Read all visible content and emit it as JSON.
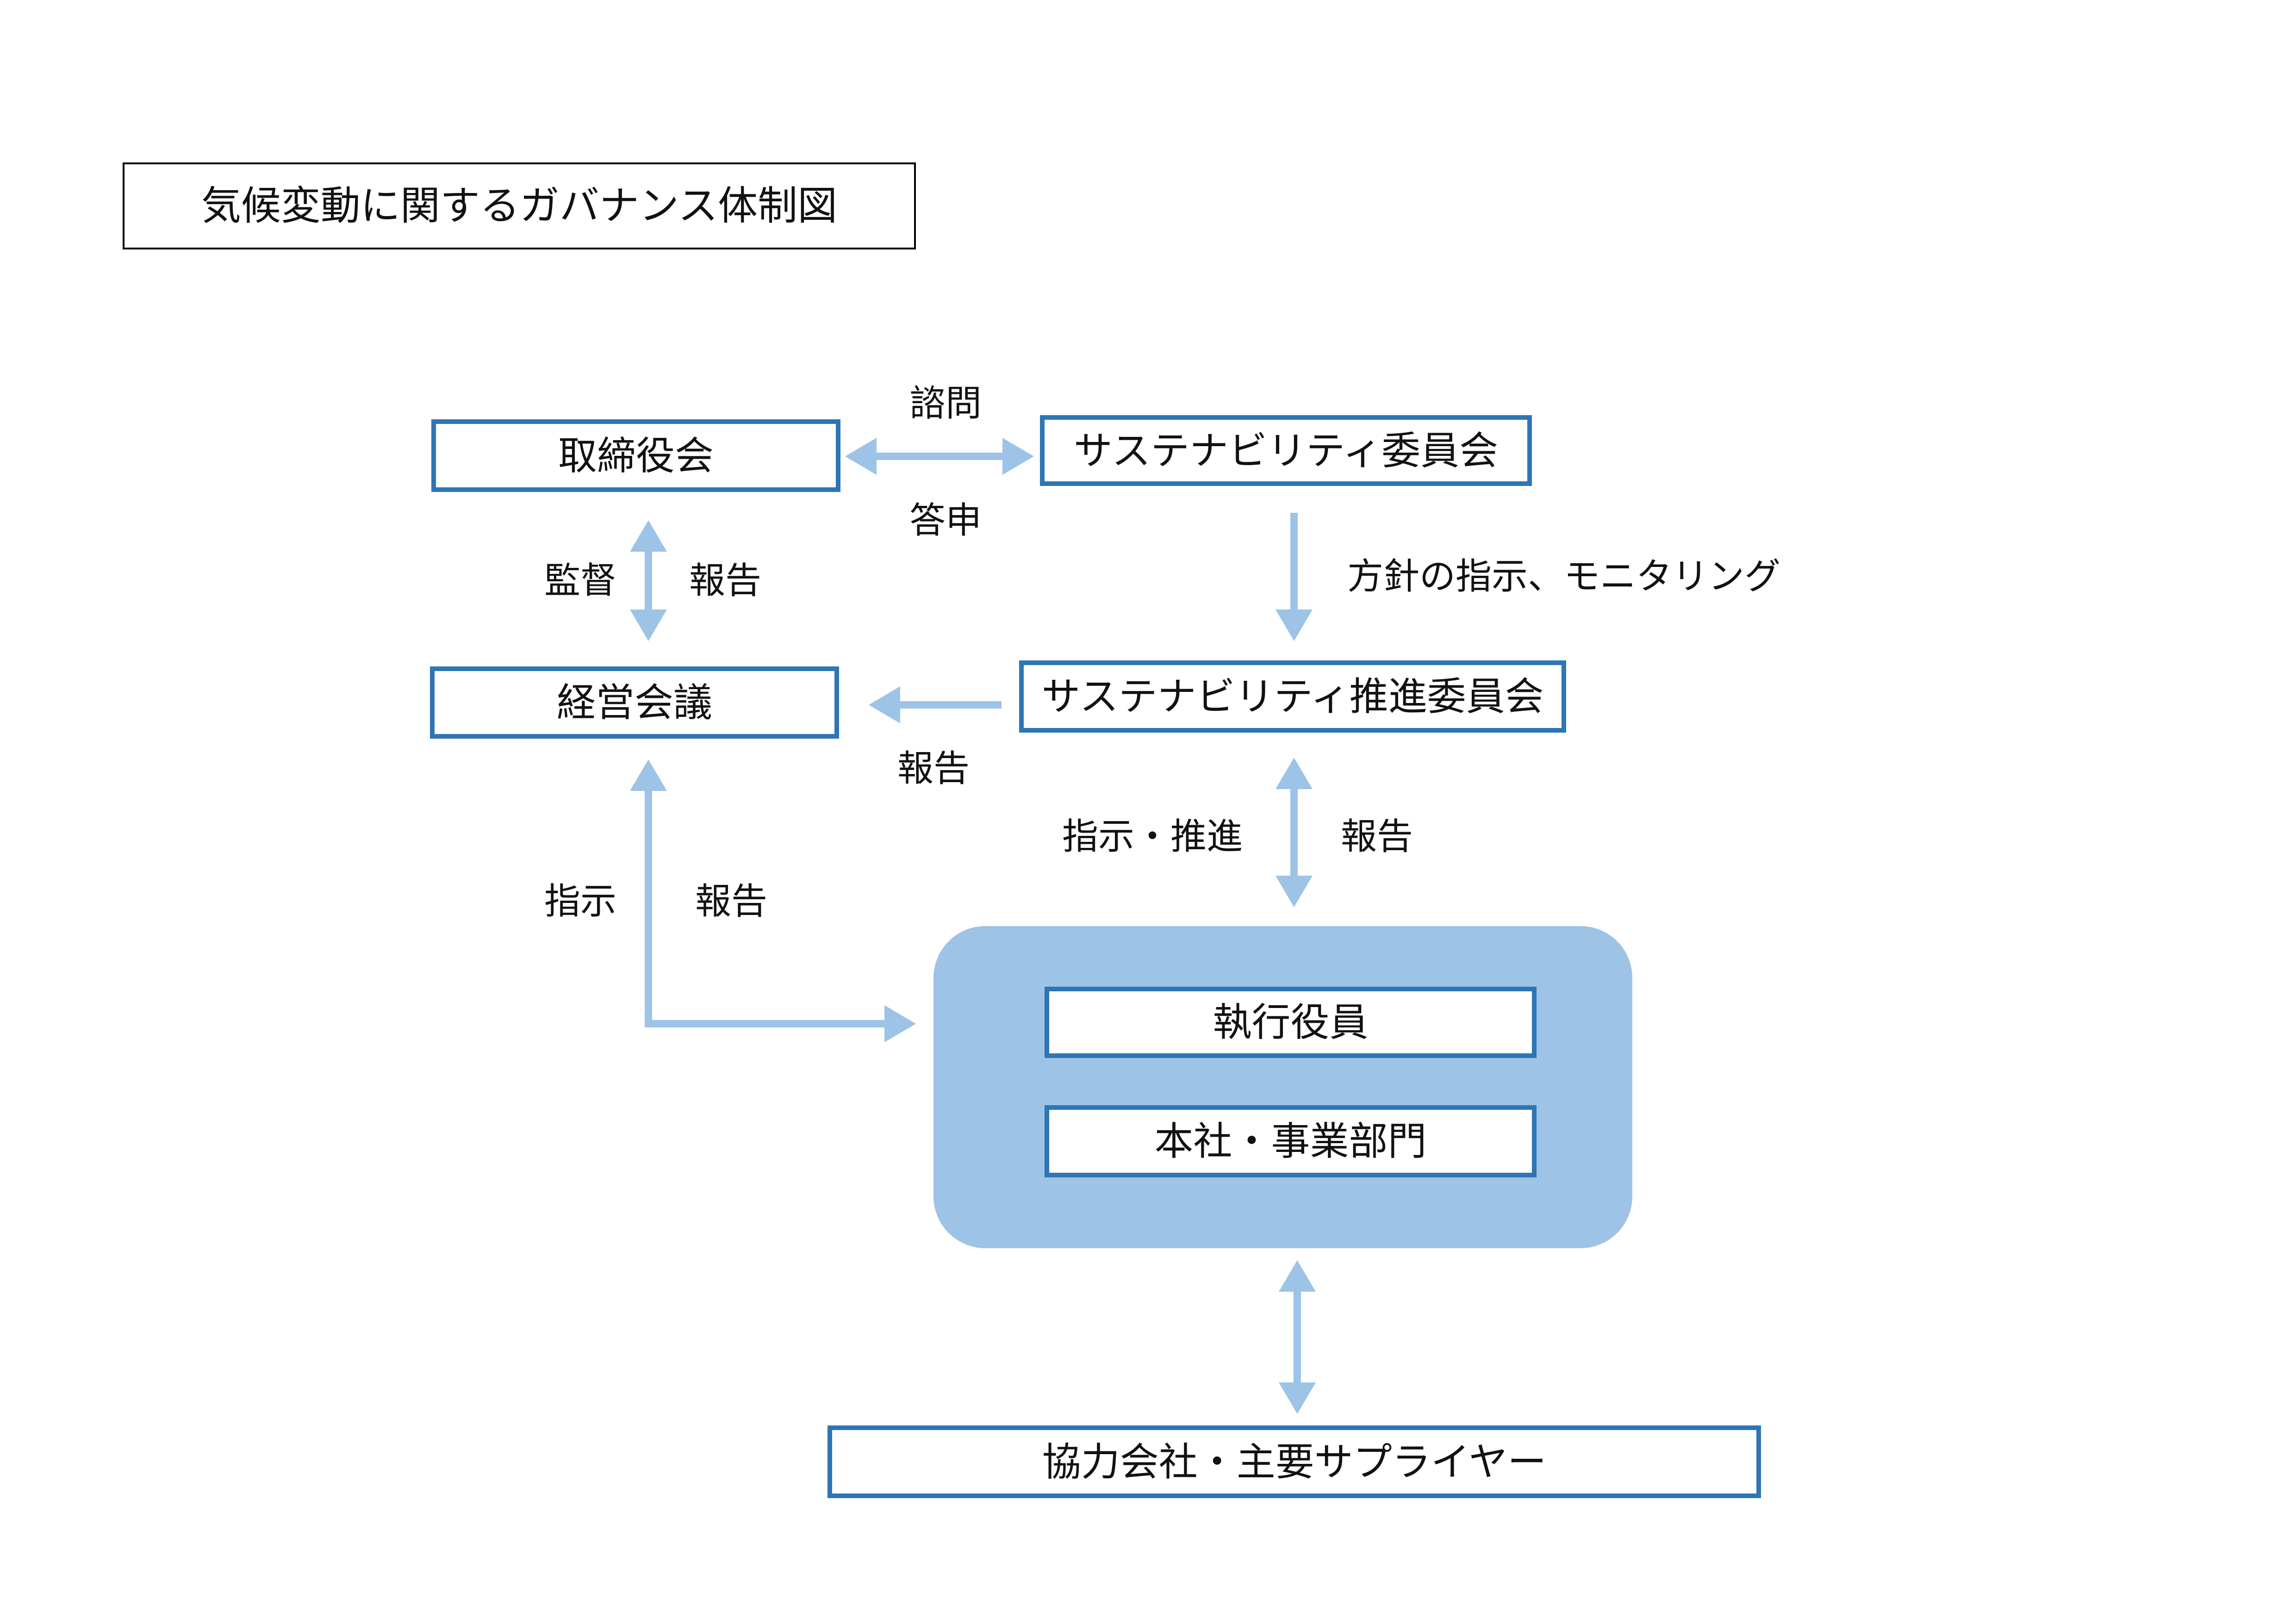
{
  "title": "気候変動に関するガバナンス体制図",
  "nodes": {
    "board": "取締役会",
    "sustainability_committee": "サステナビリティ委員会",
    "management_meeting": "経営会議",
    "promotion_committee": "サステナビリティ推進委員会",
    "executive_officers": "執行役員",
    "hq_divisions": "本社・事業部門",
    "suppliers": "協力会社・主要サプライヤー"
  },
  "edge_labels": {
    "consult": "諮問",
    "reply": "答申",
    "policy_monitoring": "方針の指示、モニタリング",
    "supervise": "監督",
    "board_report": "報告",
    "promotion_report": "報告",
    "direct_promote": "指示・推進",
    "exec_report": "報告",
    "direct": "指示",
    "management_report": "報告"
  },
  "colors": {
    "node_border": "#2E75B6",
    "arrow": "#9DC3E6",
    "group_fill": "#9DC3E6",
    "title_border": "#000000"
  }
}
